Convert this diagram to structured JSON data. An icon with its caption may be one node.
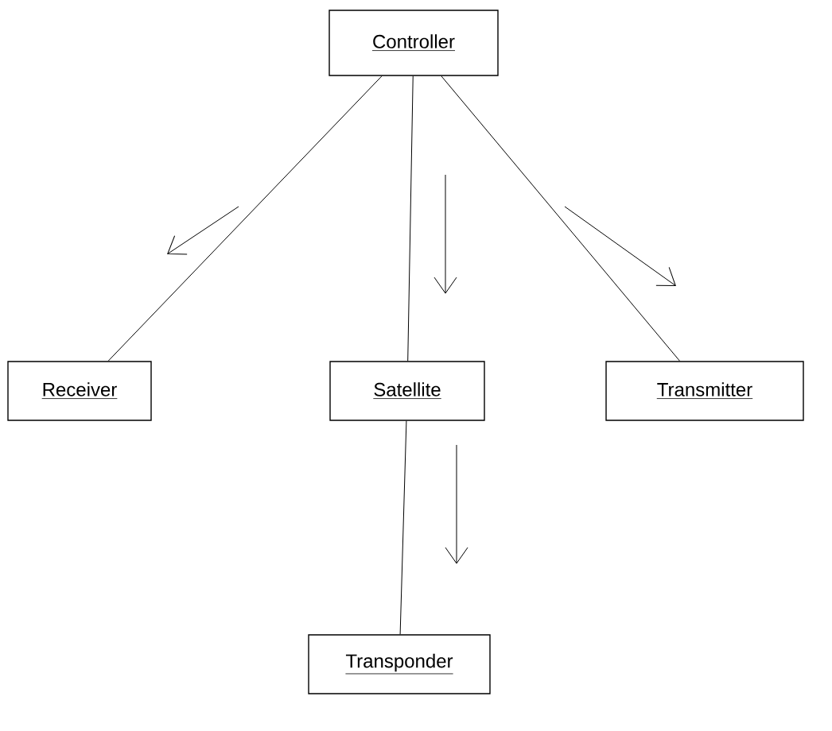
{
  "diagram": {
    "nodes": [
      {
        "text": [
          "Controller"
        ]
      },
      {
        "text": [
          "Receiver"
        ]
      },
      {
        "text": [
          "Satellite"
        ]
      },
      {
        "text": [
          "Transmitter"
        ]
      },
      {
        "text": [
          "Transponder"
        ]
      }
    ],
    "edges": [
      {
        "from": 0,
        "to": 1,
        "arrow": "none"
      },
      {
        "from": 0,
        "to": 2,
        "arrow": "none"
      },
      {
        "from": 0,
        "to": 3,
        "arrow": "none"
      },
      {
        "from": 2,
        "to": 4,
        "arrow": "none"
      }
    ]
  }
}
